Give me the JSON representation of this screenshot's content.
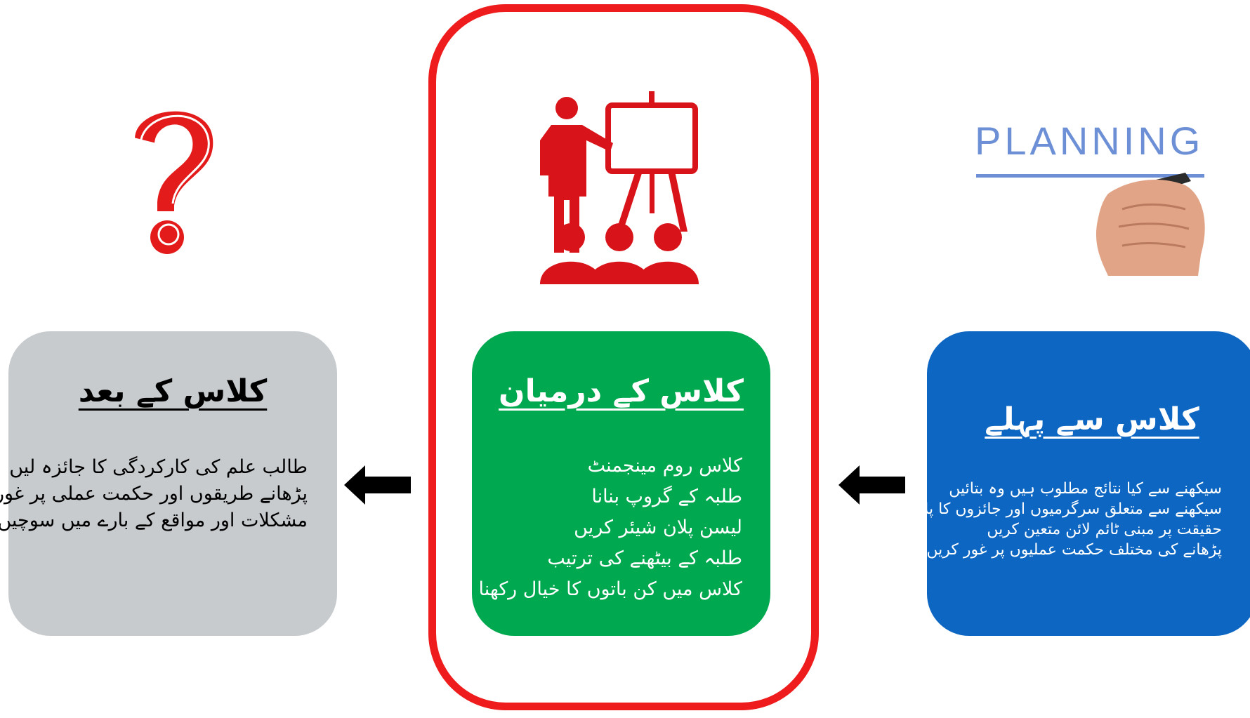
{
  "cards": {
    "after": {
      "title": "کلاس کے بعد",
      "items": [
        "طالب علم کی کارکردگی کا جائزہ لیں",
        "پڑھانے طریقوں اور حکمت عملی پر غور کریں",
        "مشکلات اور مواقع کے بارے میں سوچیں"
      ]
    },
    "during": {
      "title": "کلاس کے درمیان",
      "items": [
        "کلاس روم مینجمنٹ",
        "طلبہ کے گروپ بنانا",
        "لیسن پلان شیئر کریں",
        "طلبہ کے بیٹھنے کی ترتیب",
        "کلاس میں کن باتوں کا خیال رکھنا ہے"
      ]
    },
    "before": {
      "title": "کلاس سے پہلے",
      "items": [
        "سیکھنے سے کیا نتائج مطلوب ہیں وہ بتائیں",
        "سیکھنے سے متعلق سرگرمیوں اور جائزوں کا پلان بنائیں",
        "حقیقت پر مبنی ٹائم لائن متعین کریں",
        "پڑھانے کی مختلف حکمت عملیوں پر غور کریں"
      ]
    }
  },
  "planning_image": {
    "label": "PLANNING"
  },
  "icons": [
    "question-mark-icon",
    "teacher-presentation-icon",
    "planning-hand-icon",
    "arrow-left-icon"
  ],
  "colors": {
    "after_card": "#c8cbce",
    "during_card": "#00a84f",
    "before_card": "#0c66c2",
    "frame": "#ee1c1c",
    "question_mark": "#e31b1b",
    "teacher_icon": "#d8141a",
    "planning_text": "#6c8fd6"
  }
}
